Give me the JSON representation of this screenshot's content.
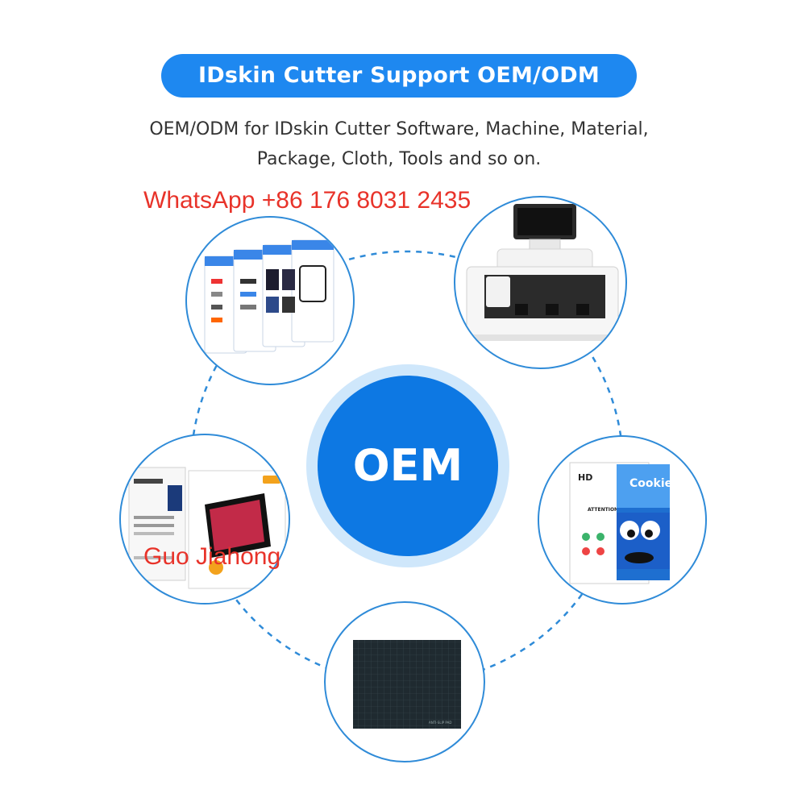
{
  "banner": {
    "title": "IDskin Cutter Support OEM/ODM"
  },
  "subtitle": {
    "line1": "OEM/ODM for IDskin Cutter Software, Machine, Material,",
    "line2": "Package, Cloth, Tools and so on."
  },
  "watermark": {
    "phone": "WhatsApp +86 176 8031 2435",
    "name": "Guo Jiahong"
  },
  "center": {
    "label": "OEM"
  },
  "nodes": {
    "software": {
      "icon": "app-screens-icon"
    },
    "machine": {
      "icon": "cutter-machine-icon"
    },
    "package": {
      "icon": "package-box-icon"
    },
    "material": {
      "icon": "film-material-icon",
      "brand_text": "Cookie",
      "hd_text": "HD",
      "attention_text": "ATTENTION"
    },
    "tools": {
      "icon": "cutting-mat-icon",
      "mat_label": "ANTI-SLIP PAD"
    }
  },
  "colors": {
    "accent": "#1e88f0",
    "center": "#0d78e3",
    "ring": "#2f8bd8",
    "watermark": "#e8332a"
  }
}
